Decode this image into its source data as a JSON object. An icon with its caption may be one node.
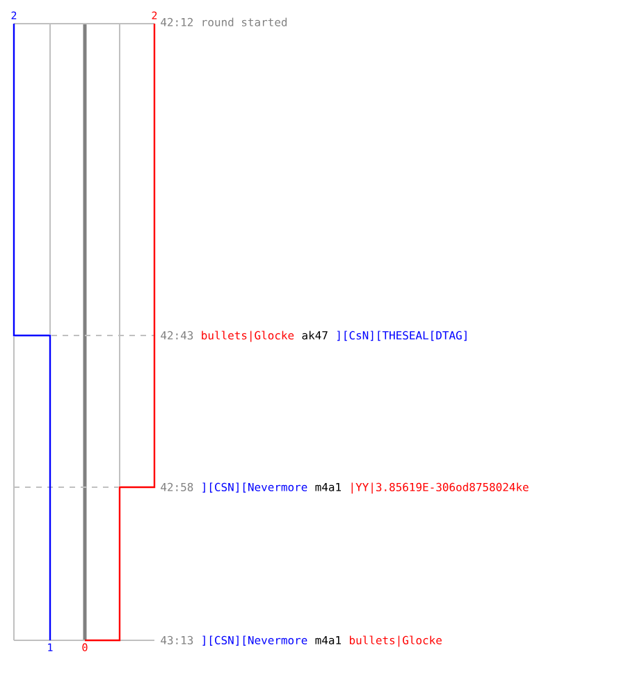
{
  "diagram": {
    "labels": [
      "2",
      "2",
      "42:12",
      "round started",
      "42:43",
      "bullets|Glocke",
      "ak47",
      "][CsN][THESEAL[DTAG]",
      "42:58",
      "][CSN][Nevermore",
      "m4a1",
      "|YY|3.85619E-306od8758024ke",
      "43:13",
      "][CSN][Nevermore",
      "m4a1",
      "bullets|Glocke",
      "1",
      "0"
    ]
  }
}
